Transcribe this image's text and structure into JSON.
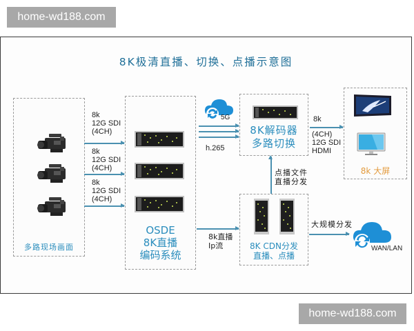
{
  "watermarks": {
    "top": "home-wd188.com",
    "bottom": "home-wd188.com"
  },
  "title": "8K极清直播、切换、点播示意图",
  "colors": {
    "title": "#1f6f98",
    "label_blue": "#2a8dbd",
    "label_orange": "#e39a3c",
    "arrow": "#4a90b0",
    "cloud": "#1e8fd6"
  },
  "cameras": {
    "label": "多路现场画面",
    "count": 3,
    "links": [
      {
        "line1": "8k",
        "line2": "12G SDI",
        "line3": "(4CH)"
      },
      {
        "line1": "8k",
        "line2": "12G SDI",
        "line3": "(4CH)"
      },
      {
        "line1": "8k",
        "line2": "12G SDI",
        "line3": "(4CH)"
      }
    ]
  },
  "encoder": {
    "line1": "OSDE",
    "line2": "8K直播",
    "line3": "编码系统",
    "server_count": 3
  },
  "network_5g": {
    "icon_label": "5G",
    "codec": "h.265"
  },
  "decoder": {
    "line1": "8K解码器",
    "line2": "多路切换"
  },
  "output_link": {
    "top": "8k",
    "line1": "(4CH)",
    "line2": "12G SDI",
    "line3": "HDMI"
  },
  "screens": {
    "label": "8k 大屏"
  },
  "vod_link": {
    "line1": "点播文件",
    "line2": "直播分发"
  },
  "ip_link": {
    "line1": "8k直播",
    "line2": "Ip流"
  },
  "cdn": {
    "line1": "8K CDN分发",
    "line2": "直播、点播"
  },
  "distribution": {
    "label": "大规模分发",
    "cloud_label": "WAN/LAN"
  }
}
